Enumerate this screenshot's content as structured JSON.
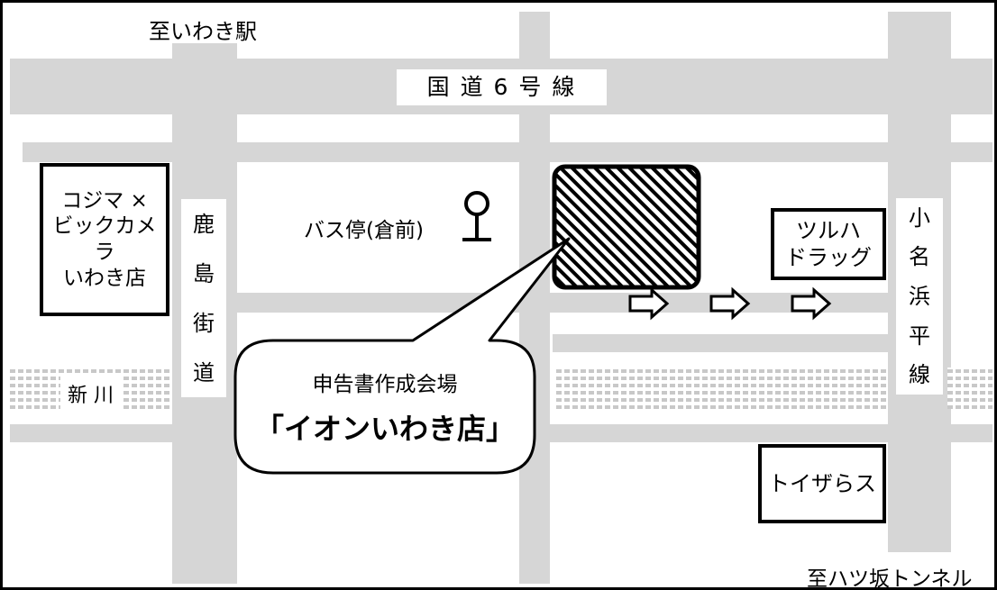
{
  "places": {
    "station_direction": "至いわき駅",
    "tunnel_direction": "至ハツ坂トンネル",
    "route6": "国 道 6 号 線",
    "kashima_street": [
      "鹿",
      "島",
      "街",
      "道"
    ],
    "onahama_line": [
      "小",
      "名",
      "浜",
      "平",
      "線"
    ],
    "river": "新 川",
    "bus_stop": "バス停(倉前)",
    "kojima_store": [
      "コジマ ×",
      "ビックカメラ",
      "いわき店"
    ],
    "tsuruha_store": [
      "ツルハ",
      "ドラッグ"
    ],
    "toysrus_store": "トイザらス"
  },
  "callout": {
    "title": "申告書作成会場",
    "venue": "「イオンいわき店」"
  },
  "colors": {
    "road": "#d6d6d6",
    "border": "#000000",
    "background": "#ffffff"
  },
  "icons": {
    "bus_stop": "bus-stop-icon",
    "arrow": "right-arrow-icon",
    "venue": "hatched-building-marker"
  }
}
